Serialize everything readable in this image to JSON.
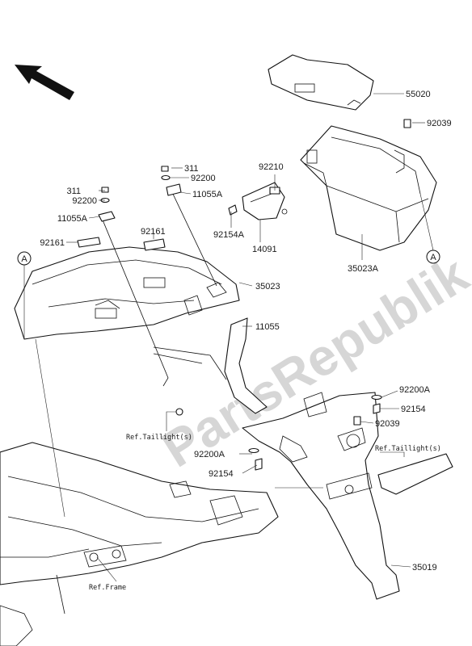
{
  "watermark": "PartsRepublik",
  "callouts": {
    "p55020": "55020",
    "p92039_top": "92039",
    "p92210": "92210",
    "p311_mid": "311",
    "p92200_mid": "92200",
    "p11055A_mid": "11055A",
    "p311_left": "311",
    "p92200_left": "92200",
    "p11055A_left": "11055A",
    "p92161_right": "92161",
    "p92161_left": "92161",
    "p92154A": "92154A",
    "p14091": "14091",
    "p35023A": "35023A",
    "p35023": "35023",
    "p11055": "11055",
    "p92200A_right": "92200A",
    "p92154_right": "92154",
    "p92039_bot": "92039",
    "p92200A_left": "92200A",
    "p92154_left": "92154",
    "p35019": "35019",
    "ref_taillight_left": "Ref.Taillight(s)",
    "ref_taillight_right": "Ref.Taillight(s)",
    "ref_frame": "Ref.Frame",
    "marker_a_left": "A",
    "marker_a_right": "A"
  }
}
